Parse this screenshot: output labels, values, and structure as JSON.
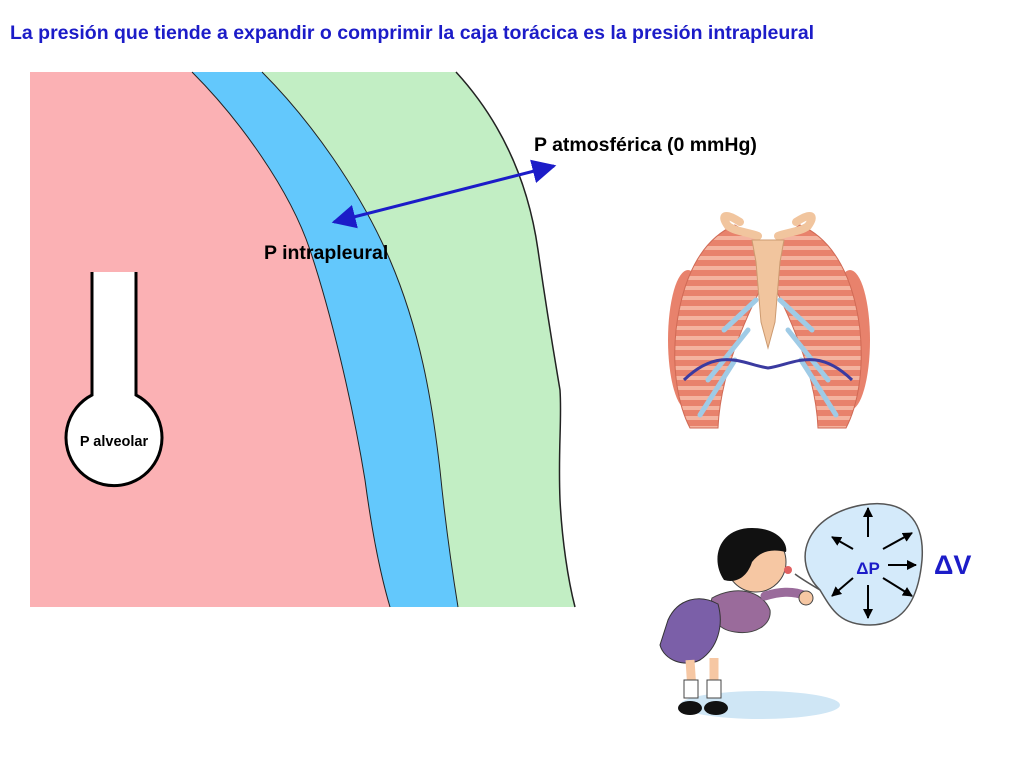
{
  "title": "La presión que tiende a expandir o comprimir la caja torácica es la presión intrapleural",
  "labels": {
    "p_atmosferica": "P atmosférica (0 mmHg)",
    "p_intrapleural": "P intrapleural",
    "p_alveolar": "P alveolar",
    "delta_p": "ΔP",
    "delta_v": "ΔV"
  },
  "colors": {
    "title": "#1c1cc8",
    "alveolar_region": "#fbb1b4",
    "pleural_space": "#63c8fc",
    "chest_wall": "#c2eec4",
    "arrow": "#1c1cc8",
    "delta_v": "#1c1cc8",
    "balloon": "#d4eafa"
  },
  "icons": [
    "rib-cage-illustration",
    "child-blowing-balloon-illustration",
    "double-headed-arrow-icon"
  ]
}
